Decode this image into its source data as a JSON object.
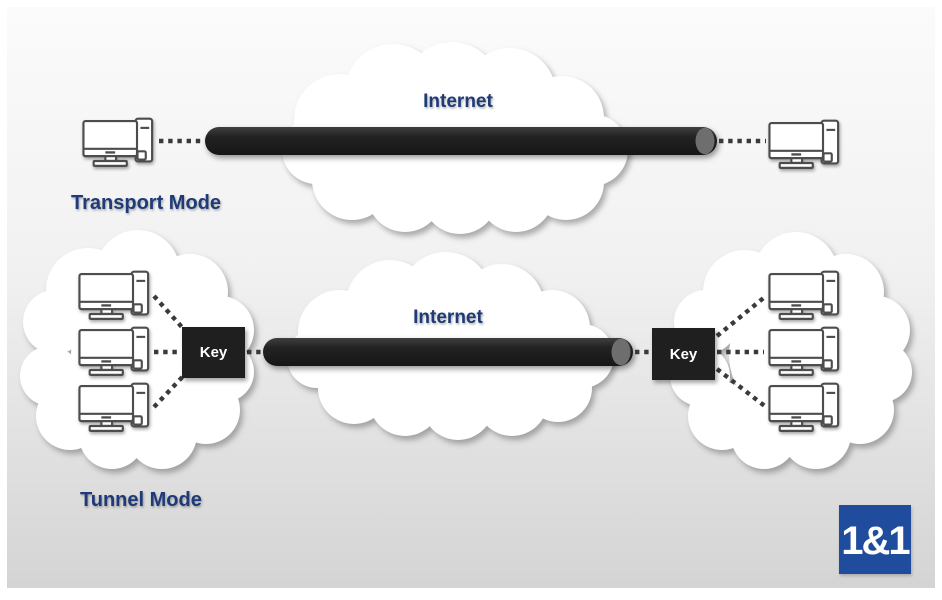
{
  "transport_section": {
    "label": "Transport Mode",
    "cloud_label": "Internet"
  },
  "tunnel_section": {
    "label": "Tunnel Mode",
    "cloud_label": "Internet",
    "left_gateway_label": "Key",
    "right_gateway_label": "Key"
  },
  "logo": {
    "text": "1&1",
    "background_color": "#1f4c9c",
    "text_color": "#ffffff"
  },
  "colors": {
    "label_navy": "#1e3a78",
    "tunnel_pipe_dark": "#1b1b1b",
    "tunnel_pipe_cap_gray": "#6e6e6e",
    "key_box_black": "#1f1f1f",
    "icon_stroke_gray": "#4d4d4d",
    "canvas_gradient_top": "#fbfbfb",
    "canvas_gradient_bottom": "#d4d4d4"
  },
  "icons": {
    "computer": "desktop-computer-icon",
    "cloud": "cloud-icon",
    "tunnel": "vpn-tunnel-pipe",
    "key": "key-gateway-box",
    "dotted": "dotted-link-line"
  }
}
